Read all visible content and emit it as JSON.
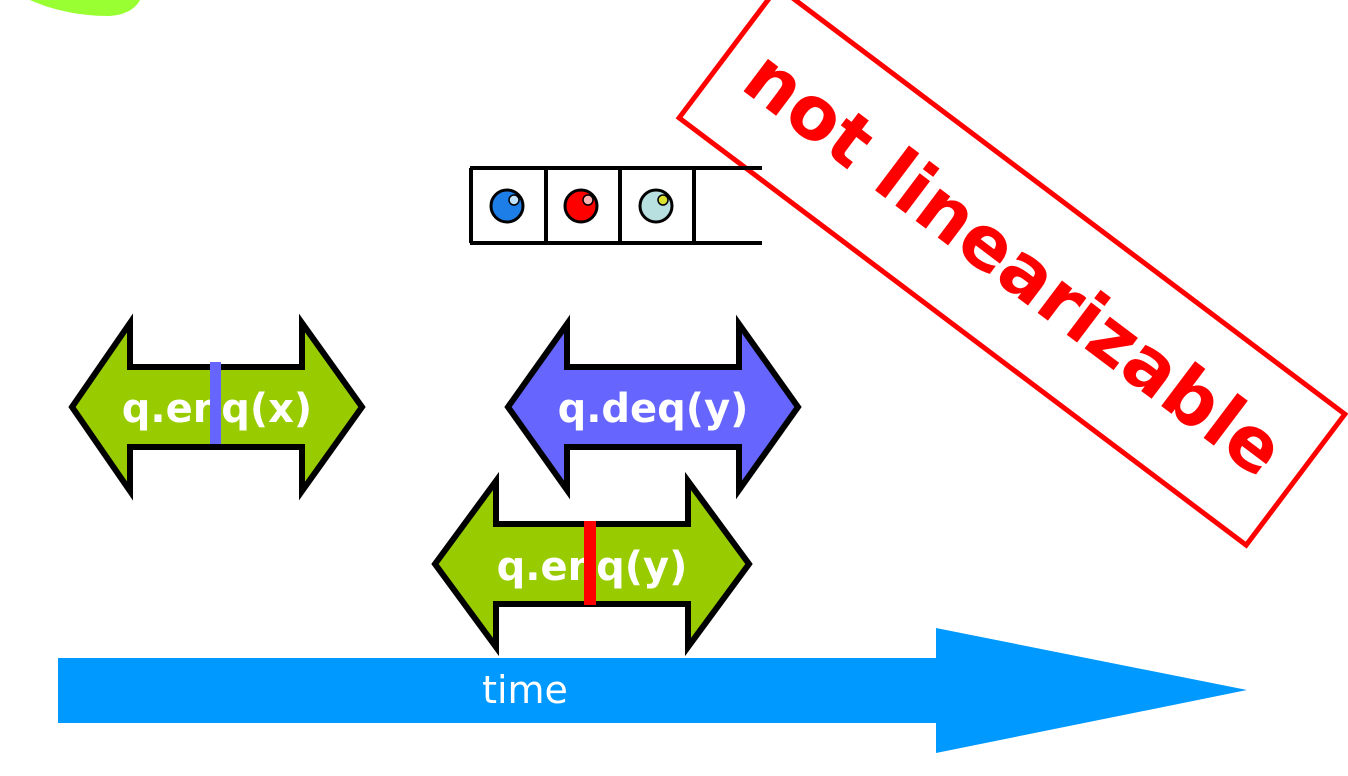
{
  "colors": {
    "enq_fill": "#99cc00",
    "deq_fill": "#6666ff",
    "time_fill": "#0099ff",
    "stamp_red": "#ff0000",
    "corner_blob": "#99ff33",
    "lin_point_blue": "#6666ff",
    "lin_point_red": "#ff0000",
    "queue_item_1": "#1e7ee8",
    "queue_item_2": "#ff0000",
    "queue_item_3": "#b8e0e0"
  },
  "operations": [
    {
      "id": "enq-x",
      "label": "q.enq(x)",
      "fill": "enq"
    },
    {
      "id": "deq-y",
      "label": "q.deq(y)",
      "fill": "deq"
    },
    {
      "id": "enq-y",
      "label": "q.enq(y)",
      "fill": "enq"
    }
  ],
  "queue": {
    "slots": 4,
    "items": [
      "blue-ball-icon",
      "red-ball-icon",
      "light-blue-ball-icon"
    ]
  },
  "timeline": {
    "label": "time"
  },
  "stamp": {
    "text": "not linearizable"
  }
}
